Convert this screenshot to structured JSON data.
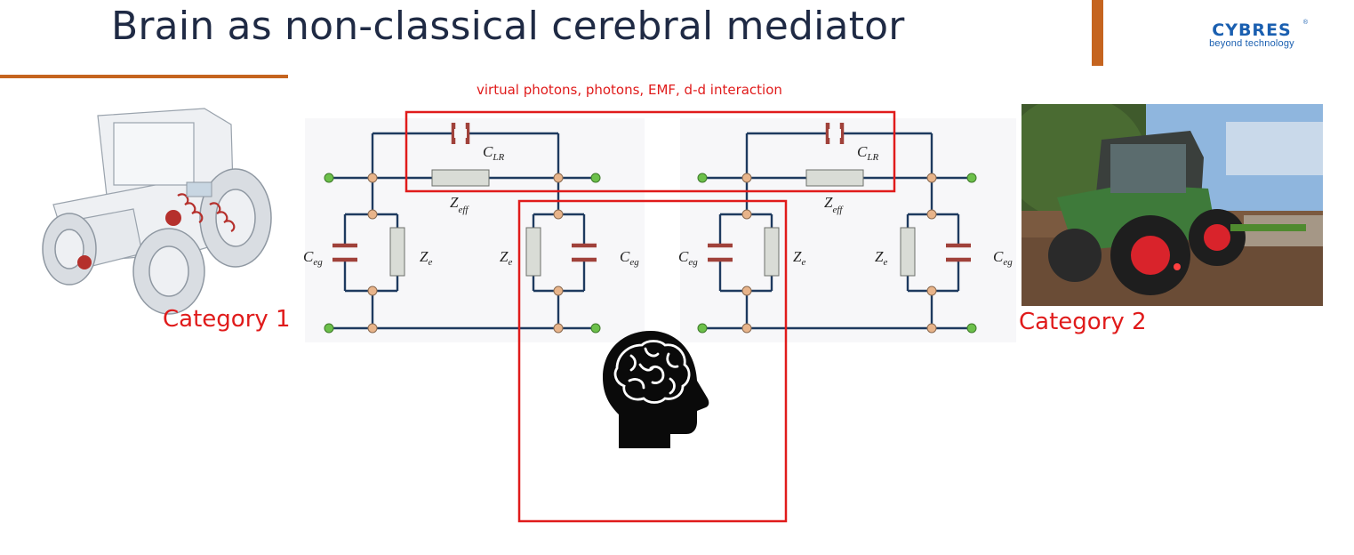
{
  "slide": {
    "title": "Brain as non-classical cerebral mediator"
  },
  "logo": {
    "name": "CYBRES",
    "tagline": "beyond technology",
    "registered": "®"
  },
  "labels": {
    "interaction": "virtual photons, photons, EMF, d-d interaction",
    "category1": "Category 1",
    "category2": "Category 2"
  },
  "circuit_symbols": {
    "clr_main": "C",
    "clr_sub": "LR",
    "zeff_main": "Z",
    "zeff_sub": "eff",
    "ze_main": "Z",
    "ze_sub": "e",
    "ceg_main": "C",
    "ceg_sub": "eg"
  },
  "colors": {
    "accent_orange": "#c5641f",
    "highlight_red": "#e01b1b",
    "title_navy": "#1f2a44",
    "wire_navy": "#1e3a5f",
    "capacitor_brown": "#a0413a",
    "terminal_green": "#6cc04a",
    "node_tan": "#e8b48a",
    "logo_blue": "#1a5fb0"
  },
  "icons": {
    "brain": "head-with-brain-icon",
    "tractor_left": "transparent-tractor-illustration",
    "tractor_right": "tractor-field-photo"
  }
}
